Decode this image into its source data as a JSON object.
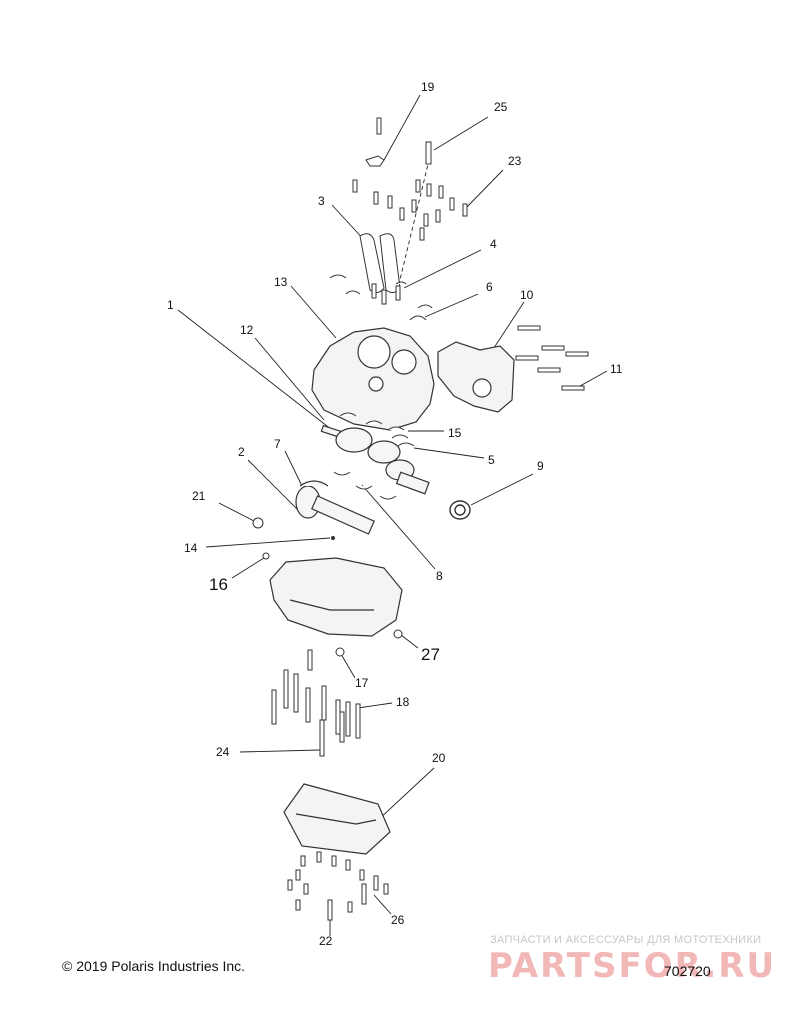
{
  "diagram": {
    "callouts": [
      "19",
      "25",
      "23",
      "3",
      "4",
      "6",
      "13",
      "10",
      "1",
      "12",
      "11",
      "15",
      "5",
      "7",
      "2",
      "9",
      "21",
      "14",
      "16",
      "8",
      "27",
      "17",
      "18",
      "24",
      "20",
      "26",
      "22"
    ]
  },
  "footer": {
    "copyright": "© 2019 Polaris Industries Inc.",
    "drawing_number": "702720"
  },
  "watermark": {
    "tagline": "ЗАПЧАСТИ И АКСЕССУАРЫ ДЛЯ МОТОТЕХНИКИ",
    "logo": "PARTSFOR.RU"
  }
}
